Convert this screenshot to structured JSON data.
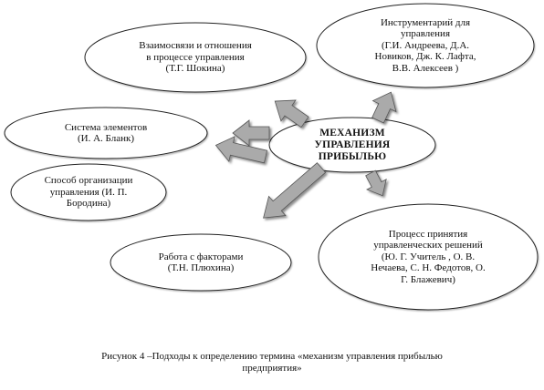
{
  "diagram": {
    "center": {
      "lines": [
        "МЕХАНИЗМ",
        "УПРАВЛЕНИЯ",
        "ПРИБЫЛЬЮ"
      ]
    },
    "approaches": [
      {
        "id": "relations",
        "lines": [
          "Взаимосвязи и отношения",
          "в процессе управления",
          "(Т.Г. Шокина)"
        ]
      },
      {
        "id": "tools",
        "lines": [
          "Инструментарий для",
          "управления",
          "(Г.И. Андреева, Д.А.",
          "Новиков, Дж. К. Лафта,",
          "В.В. Алексеев )"
        ]
      },
      {
        "id": "elements",
        "lines": [
          "Система элементов",
          "(И. А. Бланк)"
        ]
      },
      {
        "id": "organization",
        "lines": [
          "Способ организации",
          "управления (И. П.",
          "Бородина)"
        ]
      },
      {
        "id": "factors",
        "lines": [
          "Работа с факторами",
          "(Т.Н. Плюхина)"
        ]
      },
      {
        "id": "decisions",
        "lines": [
          "Процесс принятия",
          "управленческих решений",
          "(Ю. Г. Учитель , О. В.",
          "Нечаева, С. Н. Федотов, О.",
          "Г. Блажевич)"
        ]
      }
    ]
  },
  "caption": {
    "line1": "Рисунок 4 –Подходы к определению термина «механизм управления прибылью",
    "line2": "предприятия»"
  },
  "colors": {
    "ellipse_stroke": "#222222",
    "ellipse_fill": "#ffffff",
    "arrow_fill": "#aaaaaa",
    "arrow_stroke": "#555555",
    "text": "#111111"
  }
}
